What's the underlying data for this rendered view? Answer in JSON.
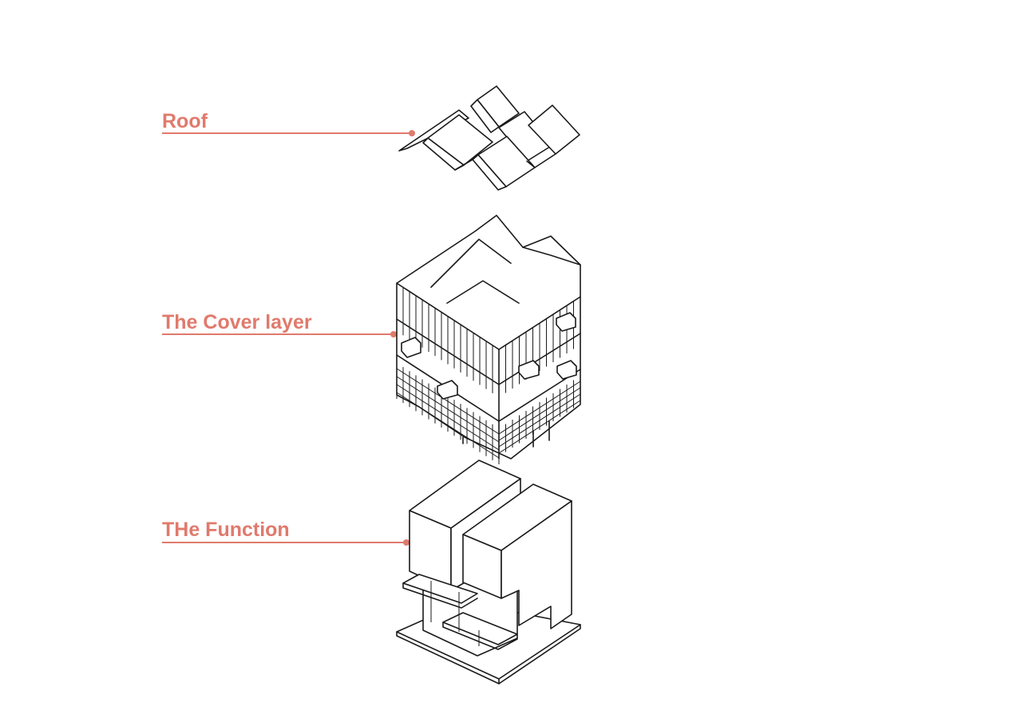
{
  "colors": {
    "accent": "#e07a6c",
    "ink": "#1a1a1a",
    "background": "#ffffff"
  },
  "layers": [
    {
      "key": "roof",
      "label": "Roof"
    },
    {
      "key": "cover",
      "label": "The Cover layer"
    },
    {
      "key": "function",
      "label": "THe Function"
    }
  ]
}
